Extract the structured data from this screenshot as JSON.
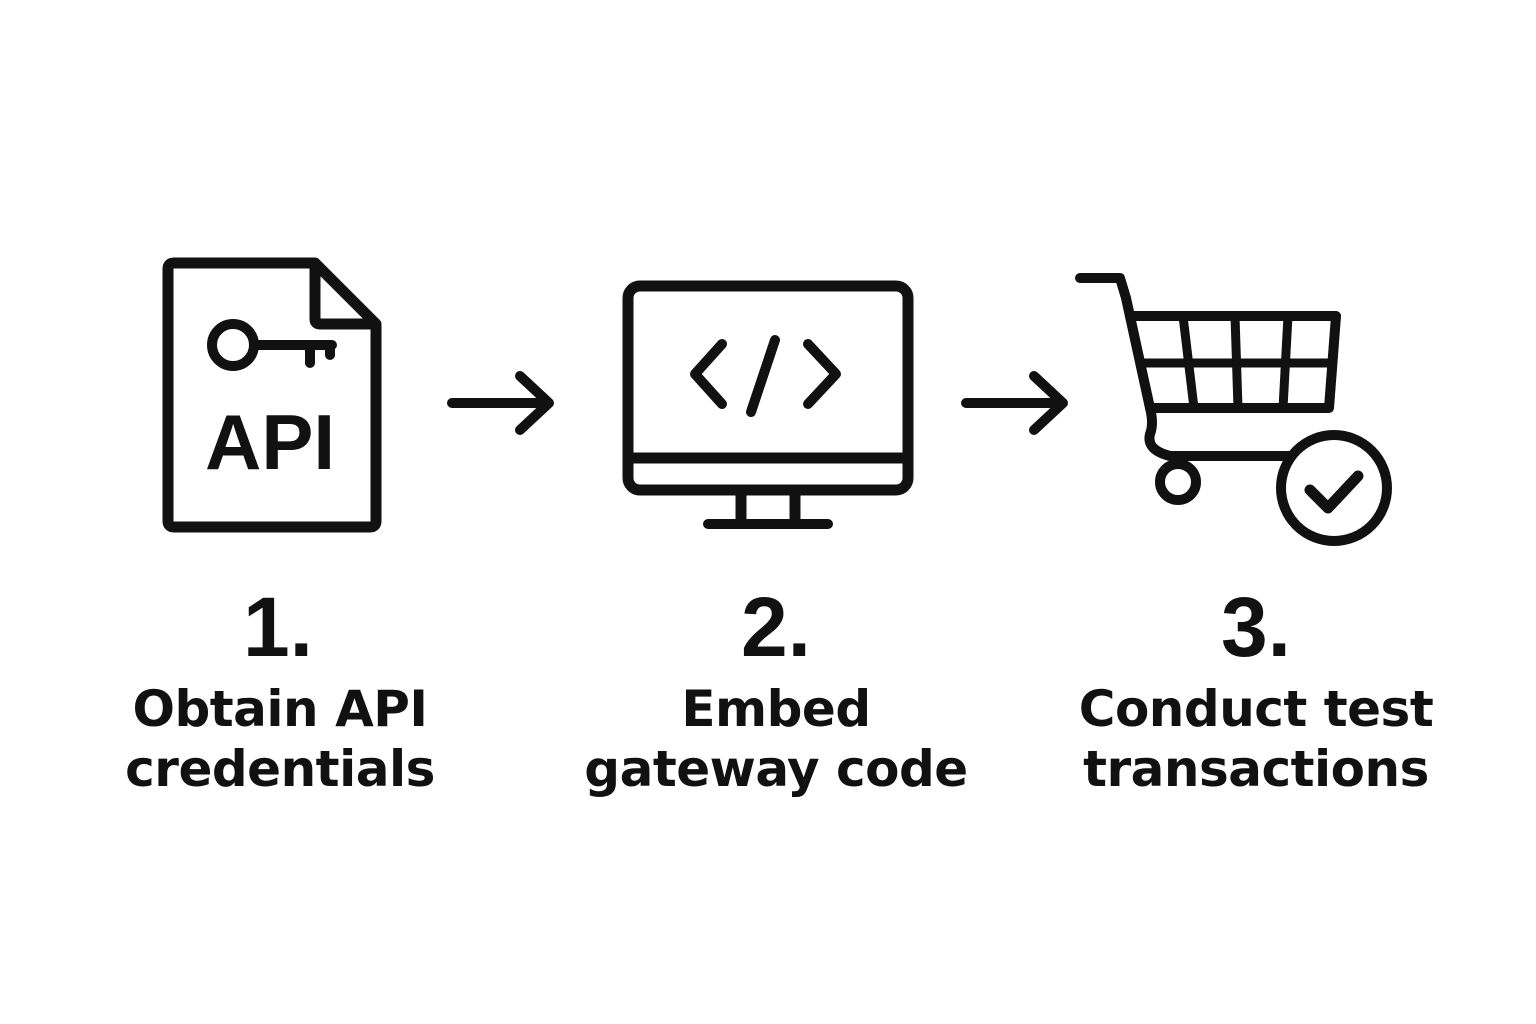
{
  "colors": {
    "ink": "#111111",
    "background": "#ffffff"
  },
  "steps": [
    {
      "number": "1.",
      "label_lines": [
        "Obtain API",
        "credentials"
      ],
      "icon": "api-key-document-icon",
      "icon_text": "API"
    },
    {
      "number": "2.",
      "label_lines": [
        "Embed",
        "gateway code"
      ],
      "icon": "monitor-code-icon"
    },
    {
      "number": "3.",
      "label_lines": [
        "Conduct test",
        "transactions"
      ],
      "icon": "shopping-cart-check-icon"
    }
  ],
  "connectors": [
    {
      "icon": "arrow-right-icon"
    },
    {
      "icon": "arrow-right-icon"
    }
  ]
}
